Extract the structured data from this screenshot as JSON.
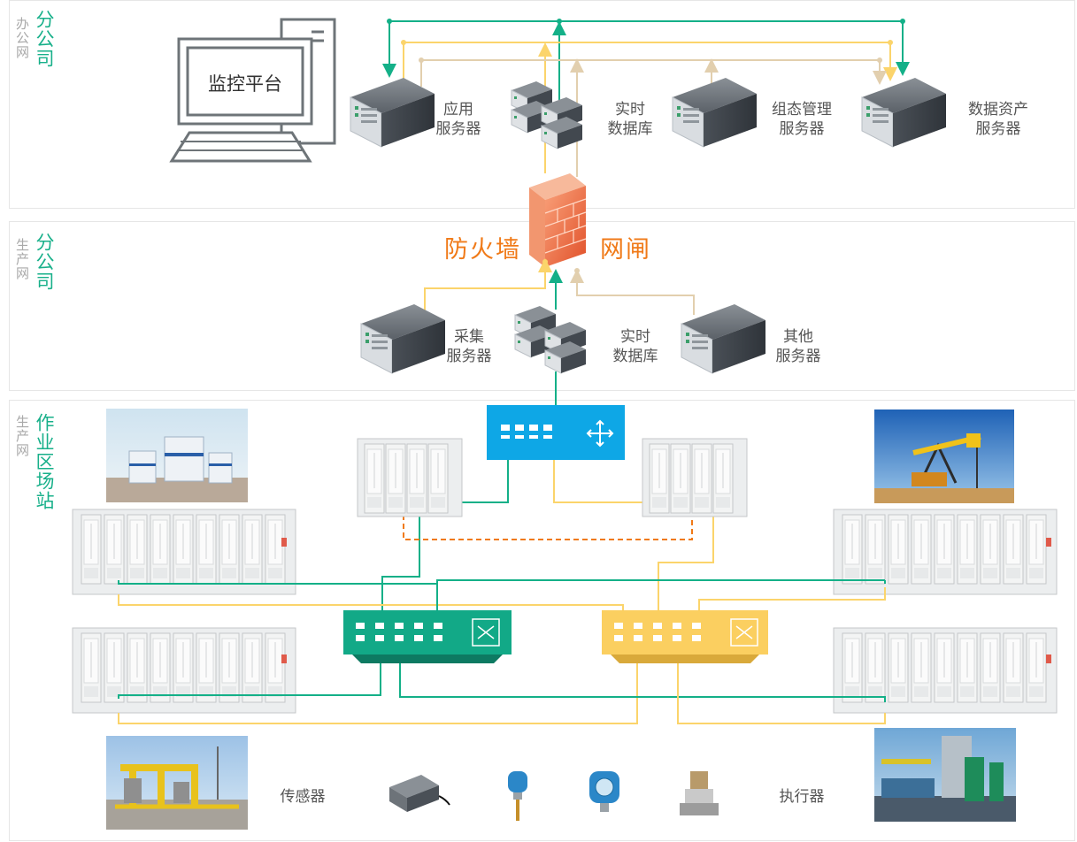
{
  "zones": {
    "office": {
      "sub": "办公网",
      "main": "分公司"
    },
    "production": {
      "sub": "生产网",
      "main": "分公司"
    },
    "field": {
      "sub": "生产网",
      "main": "作业区场站"
    }
  },
  "monitor": {
    "label": "监控平台"
  },
  "office_servers": {
    "app": "应用\n服务器",
    "rtdb": "实时\n数据库",
    "config": "组态管理\n服务器",
    "asset": "数据资产\n服务器"
  },
  "security": {
    "firewall": "防火墙",
    "gateway": "网闸"
  },
  "production_servers": {
    "collect": "采集\n服务器",
    "rtdb": "实时\n数据库",
    "other": "其他\n服务器"
  },
  "devices": {
    "sensor": "传感器",
    "actuator": "执行器"
  },
  "colors": {
    "green": "#14b088",
    "yellow": "#fbd46b",
    "beige": "#e2cfae",
    "blue_router": "#0ea7e6",
    "green_switch": "#12a987",
    "yellow_switch": "#fbcf60",
    "orange_dashed": "#f07a18"
  }
}
